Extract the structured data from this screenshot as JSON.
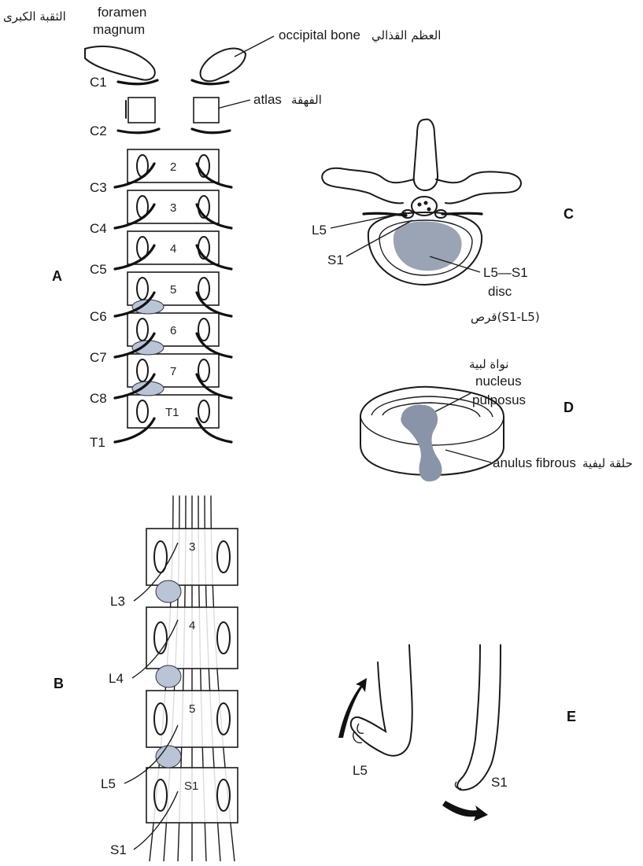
{
  "panels": {
    "A": {
      "letter": "A",
      "foramen_en": "foramen",
      "foramen_en2": "magnum",
      "foramen_ar": "الثقبة الكبرى",
      "occipital_en": "occipital bone",
      "occipital_ar": "العظم القذالي",
      "atlas_en": "atlas",
      "atlas_ar": "الفهقة",
      "nerves": [
        "C1",
        "C2",
        "C3",
        "C4",
        "C5",
        "C6",
        "C7",
        "C8",
        "T1"
      ],
      "vertebrae": [
        "2",
        "3",
        "4",
        "5",
        "6",
        "7",
        "T1"
      ]
    },
    "B": {
      "letter": "B",
      "vertebrae": [
        "3",
        "4",
        "5",
        "S1"
      ],
      "nerves": [
        "L3",
        "L4",
        "L5",
        "S1"
      ]
    },
    "C": {
      "letter": "C",
      "l5": "L5",
      "s1": "S1",
      "disc_line1": "L5—S1",
      "disc_line2": "disc",
      "disc_ar": "قرص(S1-L5)"
    },
    "D": {
      "letter": "D",
      "nucleus_ar": "نواة لبية",
      "nucleus_en1": "nucleus",
      "nucleus_en2": "pulposus",
      "anulus_en": "anulus fibrous",
      "anulus_ar": "حلقة ليفية"
    },
    "E": {
      "letter": "E",
      "left_foot": "L5",
      "right_foot": "S1"
    }
  },
  "colors": {
    "disc_fill": "#b9c4d6",
    "nucleus_fill": "#8a94a8",
    "ink": "#1a1a1a"
  }
}
